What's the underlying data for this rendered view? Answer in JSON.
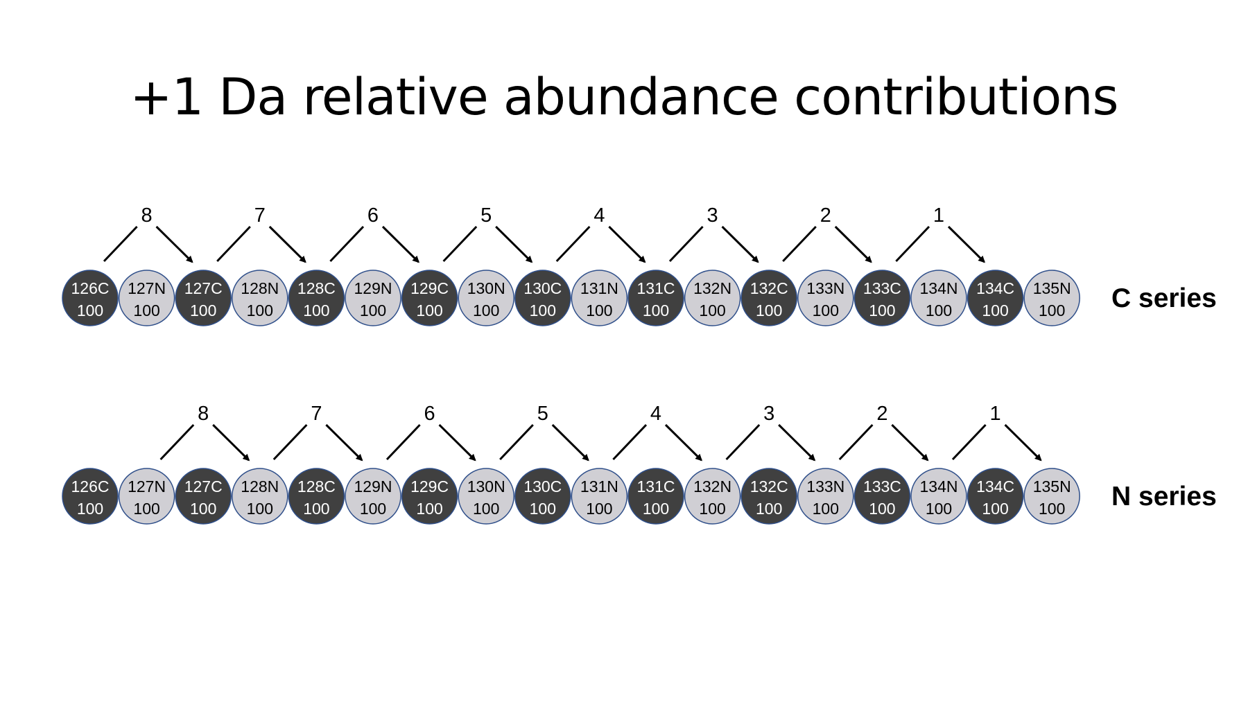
{
  "title": "+1 Da relative abundance contributions",
  "colors": {
    "dark_disk": "#404040",
    "light_disk": "#d0cfd4",
    "disk_outline": "#2f4f8a",
    "dark_text": "#ffffff",
    "light_text": "#000000",
    "arrow": "#000000"
  },
  "tags": [
    {
      "name": "126C",
      "value": "100",
      "kind": "C"
    },
    {
      "name": "127N",
      "value": "100",
      "kind": "N"
    },
    {
      "name": "127C",
      "value": "100",
      "kind": "C"
    },
    {
      "name": "128N",
      "value": "100",
      "kind": "N"
    },
    {
      "name": "128C",
      "value": "100",
      "kind": "C"
    },
    {
      "name": "129N",
      "value": "100",
      "kind": "N"
    },
    {
      "name": "129C",
      "value": "100",
      "kind": "C"
    },
    {
      "name": "130N",
      "value": "100",
      "kind": "N"
    },
    {
      "name": "130C",
      "value": "100",
      "kind": "C"
    },
    {
      "name": "131N",
      "value": "100",
      "kind": "N"
    },
    {
      "name": "131C",
      "value": "100",
      "kind": "C"
    },
    {
      "name": "132N",
      "value": "100",
      "kind": "N"
    },
    {
      "name": "132C",
      "value": "100",
      "kind": "C"
    },
    {
      "name": "133N",
      "value": "100",
      "kind": "N"
    },
    {
      "name": "133C",
      "value": "100",
      "kind": "C"
    },
    {
      "name": "134N",
      "value": "100",
      "kind": "N"
    },
    {
      "name": "134C",
      "value": "100",
      "kind": "C"
    },
    {
      "name": "135N",
      "value": "100",
      "kind": "N"
    }
  ],
  "series": [
    {
      "label": "C series",
      "transfers": [
        {
          "from": "126C",
          "to": "127C",
          "weight": "8"
        },
        {
          "from": "127C",
          "to": "128C",
          "weight": "7"
        },
        {
          "from": "128C",
          "to": "129C",
          "weight": "6"
        },
        {
          "from": "129C",
          "to": "130C",
          "weight": "5"
        },
        {
          "from": "130C",
          "to": "131C",
          "weight": "4"
        },
        {
          "from": "131C",
          "to": "132C",
          "weight": "3"
        },
        {
          "from": "132C",
          "to": "133C",
          "weight": "2"
        },
        {
          "from": "133C",
          "to": "134C",
          "weight": "1"
        }
      ]
    },
    {
      "label": "N series",
      "transfers": [
        {
          "from": "127N",
          "to": "128N",
          "weight": "8"
        },
        {
          "from": "128N",
          "to": "129N",
          "weight": "7"
        },
        {
          "from": "129N",
          "to": "130N",
          "weight": "6"
        },
        {
          "from": "130N",
          "to": "131N",
          "weight": "5"
        },
        {
          "from": "131N",
          "to": "132N",
          "weight": "4"
        },
        {
          "from": "132N",
          "to": "133N",
          "weight": "3"
        },
        {
          "from": "133N",
          "to": "134N",
          "weight": "2"
        },
        {
          "from": "134N",
          "to": "135N",
          "weight": "1"
        }
      ]
    }
  ]
}
